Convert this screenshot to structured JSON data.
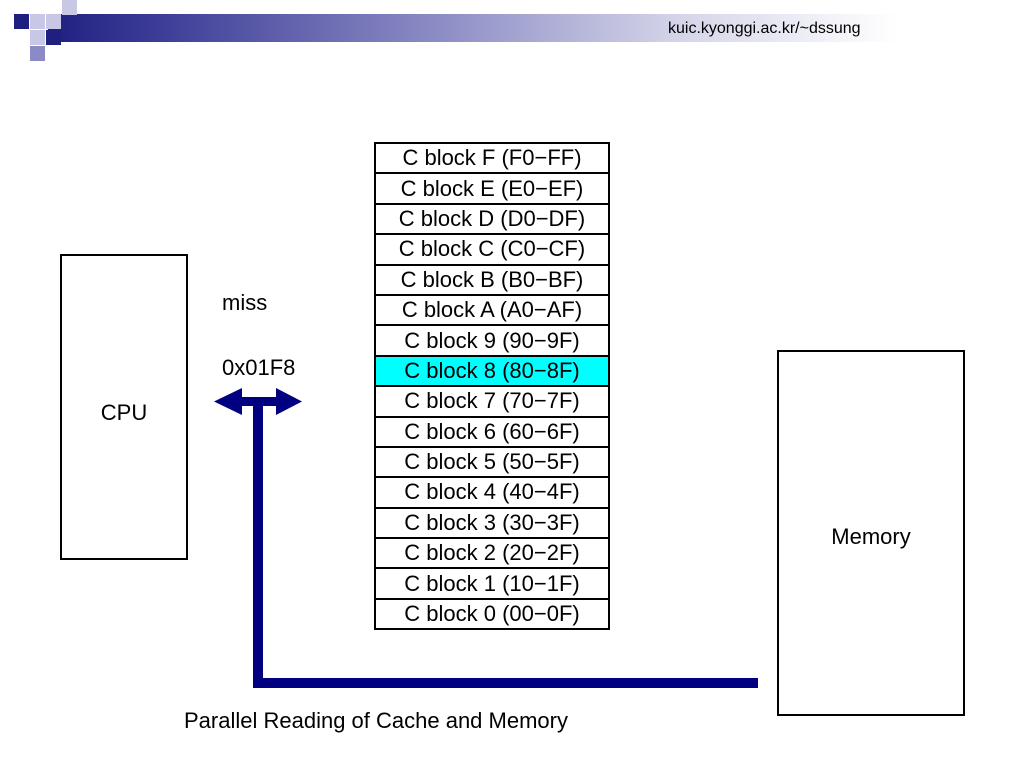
{
  "header": {
    "url": "kuic.kyonggi.ac.kr/~dssung",
    "accent_color": "#1f1f80"
  },
  "cpu": {
    "label": "CPU"
  },
  "memory": {
    "label": "Memory"
  },
  "annotations": {
    "miss": "miss",
    "address": "0x01F8"
  },
  "cache_blocks": [
    {
      "label": "C block F (F0−FF)",
      "highlighted": false
    },
    {
      "label": "C block E (E0−EF)",
      "highlighted": false
    },
    {
      "label": "C block D (D0−DF)",
      "highlighted": false
    },
    {
      "label": "C block C (C0−CF)",
      "highlighted": false
    },
    {
      "label": "C block B (B0−BF)",
      "highlighted": false
    },
    {
      "label": "C block A (A0−AF)",
      "highlighted": false
    },
    {
      "label": "C block 9 (90−9F)",
      "highlighted": false
    },
    {
      "label": "C block 8 (80−8F)",
      "highlighted": true
    },
    {
      "label": "C block 7 (70−7F)",
      "highlighted": false
    },
    {
      "label": "C block 6 (60−6F)",
      "highlighted": false
    },
    {
      "label": "C block 5 (50−5F)",
      "highlighted": false
    },
    {
      "label": "C block 4 (40−4F)",
      "highlighted": false
    },
    {
      "label": "C block 3 (30−3F)",
      "highlighted": false
    },
    {
      "label": "C block 2 (20−2F)",
      "highlighted": false
    },
    {
      "label": "C block 1 (10−1F)",
      "highlighted": false
    },
    {
      "label": "C block 0 (00−0F)",
      "highlighted": false
    }
  ],
  "colors": {
    "highlight": "#00ffff",
    "bus": "#000080"
  },
  "caption": "Parallel Reading of Cache and Memory"
}
